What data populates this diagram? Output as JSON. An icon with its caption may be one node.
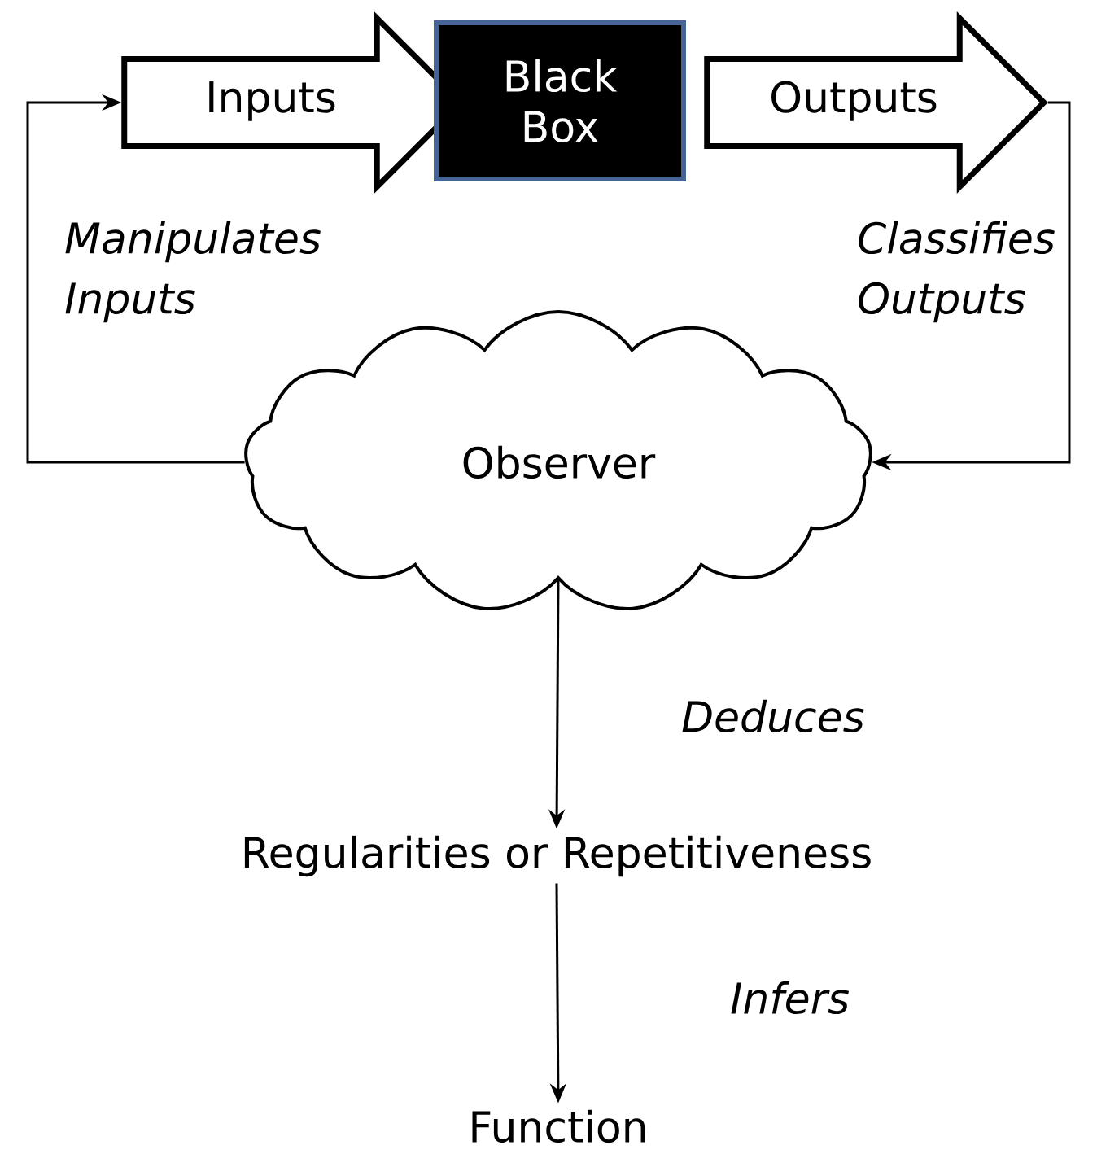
{
  "diagram": {
    "nodes": [
      {
        "text": [
          "Inputs"
        ]
      },
      {
        "text": [
          "Black Box"
        ]
      },
      {
        "text": [
          "Outputs"
        ]
      },
      {
        "text": [
          "Observer"
        ]
      },
      {
        "text": [
          "Regularities or Repetitiveness"
        ]
      },
      {
        "text": [
          "Function"
        ]
      }
    ],
    "edges": [
      {
        "from": 3,
        "to": 0,
        "arrow": "to",
        "label": "Manipulates Inputs"
      },
      {
        "from": 2,
        "to": 3,
        "arrow": "to",
        "label": "Classifies Outputs"
      },
      {
        "from": 3,
        "to": 4,
        "arrow": "to",
        "label": "Deduces"
      },
      {
        "from": 4,
        "to": 5,
        "arrow": "to",
        "label": "Infers"
      }
    ]
  }
}
